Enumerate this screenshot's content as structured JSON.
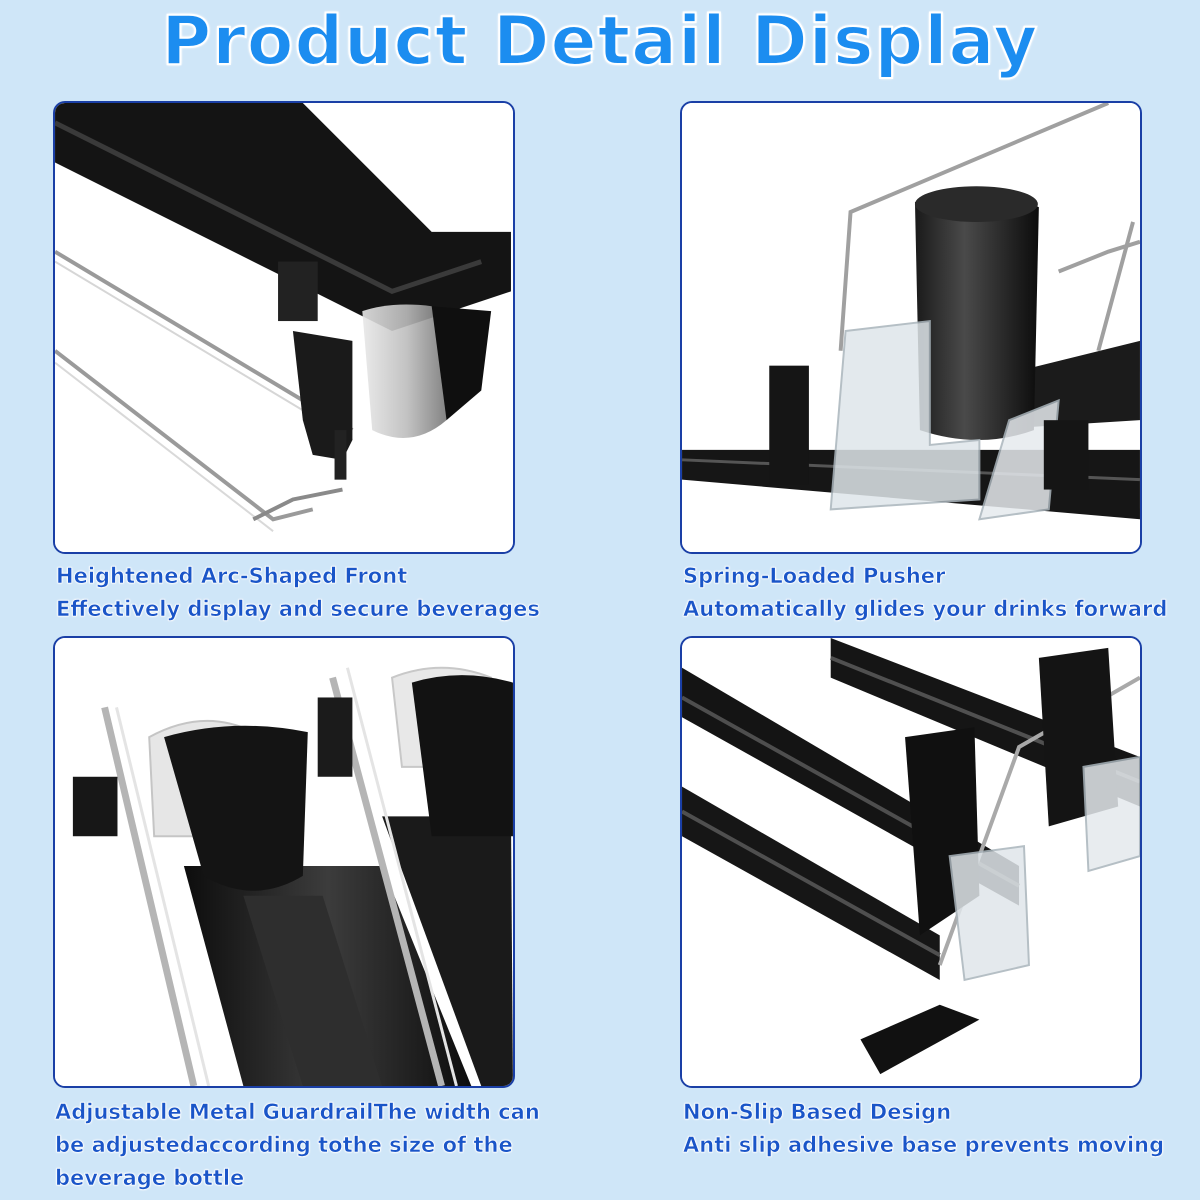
{
  "title": "Product Detail Display",
  "panels": [
    {
      "image_subject": "heightened-arc-front",
      "caption_title": "Heightened Arc-Shaped Front",
      "caption_text": "Effectively display and secure beverages"
    },
    {
      "image_subject": "spring-loaded-pusher",
      "caption_title": "Spring-Loaded Pusher",
      "caption_text": "Automatically glides your drinks forward"
    },
    {
      "image_subject": "adjustable-guardrail",
      "caption_title": "Adjustable Metal GuardrailThe width can",
      "caption_text": "be adjustedaccording tothe size of the",
      "caption_text_2": "beverage bottle"
    },
    {
      "image_subject": "non-slip-base",
      "caption_title": "Non-Slip Based Design",
      "caption_text": "Anti slip adhesive base prevents moving"
    }
  ],
  "colors": {
    "background": "#cfe6f8",
    "title": "#1c8df0",
    "caption": "#1a55c8",
    "panel_border": "#1a3fa6"
  }
}
